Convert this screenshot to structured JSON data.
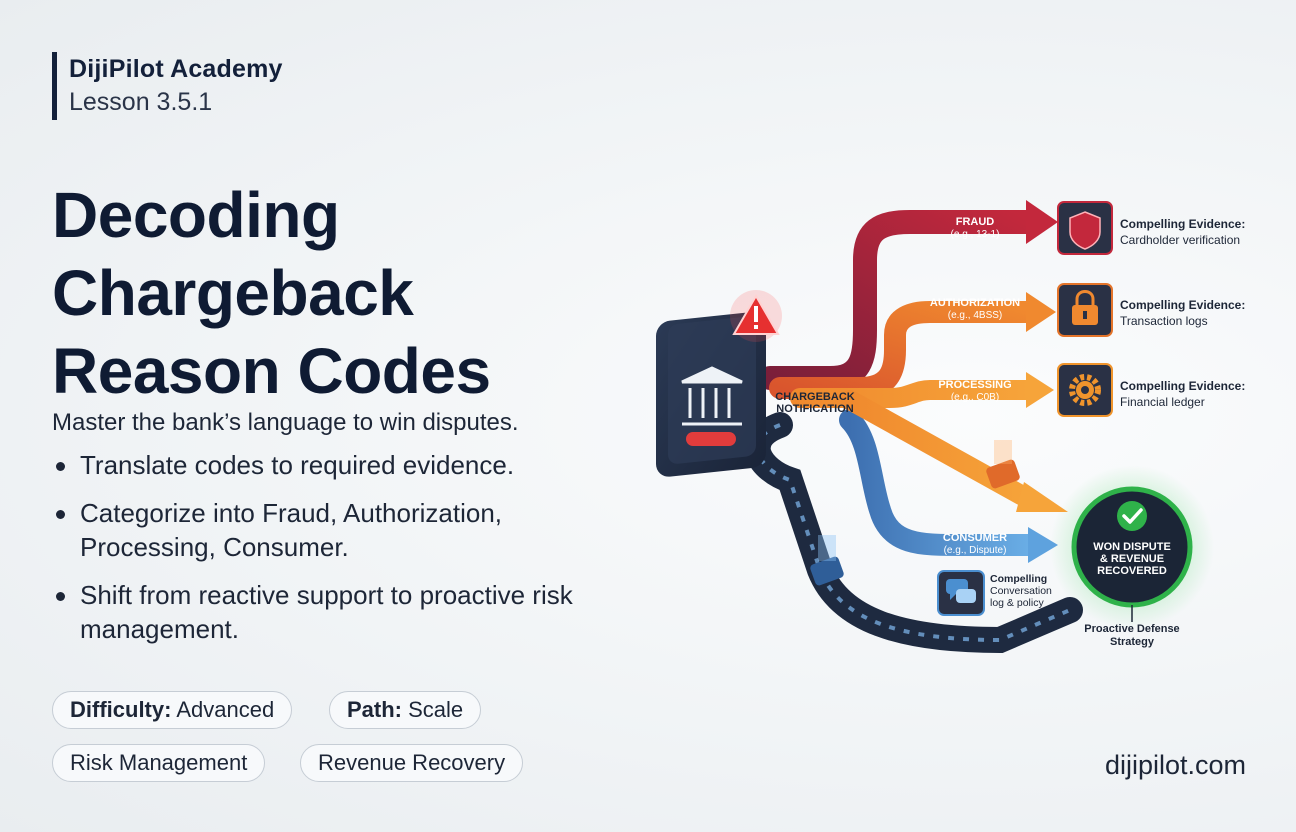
{
  "brand": {
    "name": "DijiPilot Academy",
    "lesson": "Lesson 3.5.1"
  },
  "title": {
    "line1": "Decoding",
    "line2": "Chargeback",
    "line3": "Reason Codes"
  },
  "subtitle": "Master the bank’s language to win disputes.",
  "bullets": [
    "Translate codes to required evidence.",
    "Categorize into Fraud, Authorization, Processing, Consumer.",
    "Shift from reactive support to proactive risk management."
  ],
  "tags": {
    "difficulty_label": "Difficulty:",
    "difficulty_value": "Advanced",
    "path_label": "Path:",
    "path_value": "Scale",
    "topic1": "Risk Management",
    "topic2": "Revenue Recovery"
  },
  "site": "dijipilot.com",
  "diagram": {
    "source_label_line1": "CHARGEBACK",
    "source_label_line2": "NOTIFICATION",
    "branches": [
      {
        "label": "FRAUD",
        "code": "(e.g., 13-1)",
        "color": "#b42a3c",
        "icon": "shield-icon",
        "evidence_title": "Compelling Evidence:",
        "evidence_text": "Cardholder verification"
      },
      {
        "label": "AUTHORIZATION",
        "code": "(e.g., 4BSS)",
        "color": "#e4742a",
        "icon": "lock-icon",
        "evidence_title": "Compelling Evidence:",
        "evidence_text": "Transaction logs"
      },
      {
        "label": "PROCESSING",
        "code": "(e.g., C0B)",
        "color": "#f0942c",
        "icon": "gear-icon",
        "evidence_title": "Compelling Evidence:",
        "evidence_text": "Financial ledger"
      },
      {
        "label": "CONSUMER",
        "code": "(e.g., Dispute)",
        "color": "#4b8fd0",
        "icon": "chat-icon",
        "evidence_title": "Compelling",
        "evidence_text": "Conversation log & policy"
      }
    ],
    "outcome": {
      "line1": "WON DISPUTE",
      "line2": "& REVENUE",
      "line3": "RECOVERED",
      "icon": "check-icon",
      "accent": "#2fb24a"
    },
    "strategy": {
      "line1": "Proactive Defense",
      "line2": "Strategy"
    }
  }
}
